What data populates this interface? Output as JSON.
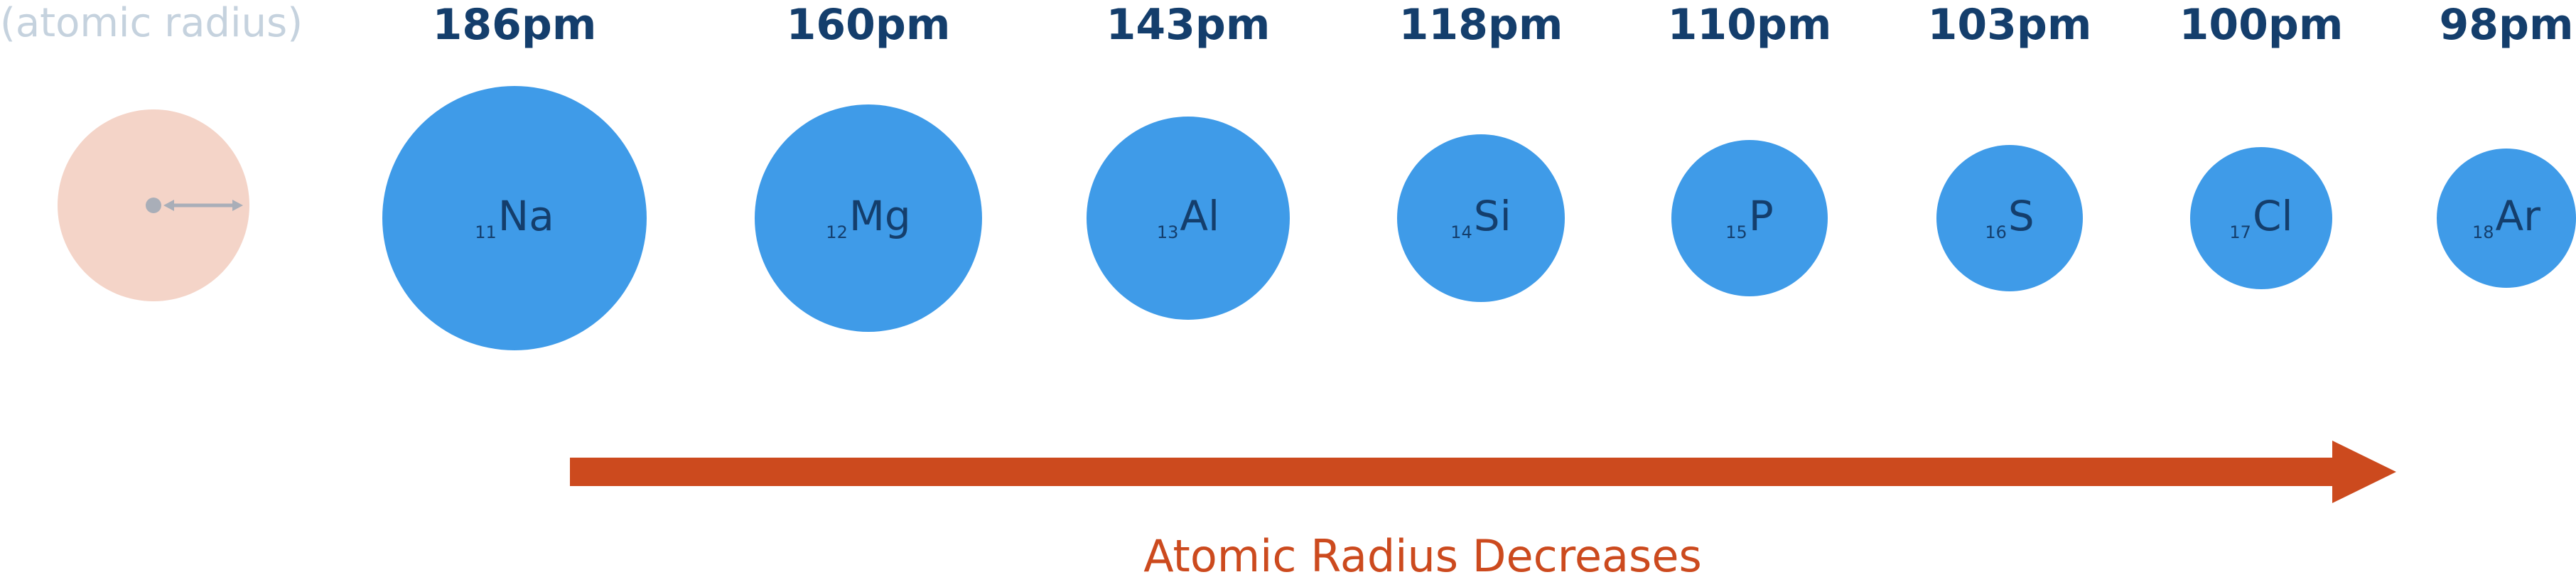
{
  "legend": {
    "label": "(atomic radius)",
    "circle_color": "#f4d4c8",
    "marker_color": "#a9aeb8"
  },
  "atoms": [
    {
      "symbol": "Na",
      "number": "11",
      "radius_label": "186pm",
      "radius_pm": 186
    },
    {
      "symbol": "Mg",
      "number": "12",
      "radius_label": "160pm",
      "radius_pm": 160
    },
    {
      "symbol": "Al",
      "number": "13",
      "radius_label": "143pm",
      "radius_pm": 143
    },
    {
      "symbol": "Si",
      "number": "14",
      "radius_label": "118pm",
      "radius_pm": 118
    },
    {
      "symbol": "P",
      "number": "15",
      "radius_label": "110pm",
      "radius_pm": 110
    },
    {
      "symbol": "S",
      "number": "16",
      "radius_label": "103pm",
      "radius_pm": 103
    },
    {
      "symbol": "Cl",
      "number": "17",
      "radius_label": "100pm",
      "radius_pm": 100
    },
    {
      "symbol": "Ar",
      "number": "18",
      "radius_label": "98pm",
      "radius_pm": 98
    }
  ],
  "trend": {
    "label": "Atomic Radius Decreases",
    "color": "#cc4a1e"
  },
  "colors": {
    "atom_fill": "#3f9be8",
    "text_dark": "#143e6c"
  }
}
